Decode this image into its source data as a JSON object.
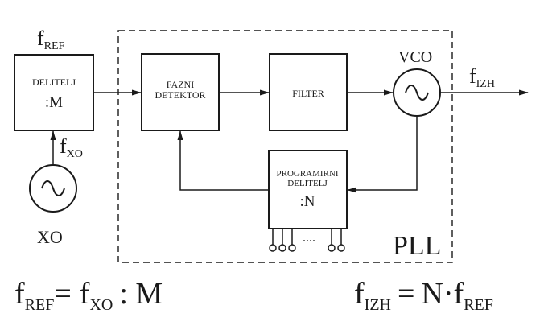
{
  "labels": {
    "f": "f",
    "ref_sub": "REF",
    "xo_sub": "XO",
    "izh_sub": "IZH",
    "xo": "XO",
    "vco": "VCO",
    "pll": "PLL"
  },
  "blocks": {
    "delitelj_m": {
      "line1": "DELITELJ",
      "line2": ":M"
    },
    "fazni_detektor": {
      "line1": "FAZNI",
      "line2": "DETEKTOR"
    },
    "filter": {
      "line1": "FILTER"
    },
    "programirni_delitelj": {
      "line1": "PROGRAMIRNI",
      "line2": "DELITELJ",
      "line3": ":N"
    }
  },
  "dots": "....",
  "equations": {
    "left": {
      "lhs_f": "f",
      "lhs_sub": "REF",
      "eq": "=",
      "rhs_f": "f",
      "rhs_sub": "XO",
      "rhs_rest": ": M"
    },
    "right": {
      "lhs_f": "f",
      "lhs_sub": "IZH",
      "eq": "=",
      "n": "N",
      "dot": "·",
      "rhs_f": "f",
      "rhs_sub": "REF"
    }
  }
}
